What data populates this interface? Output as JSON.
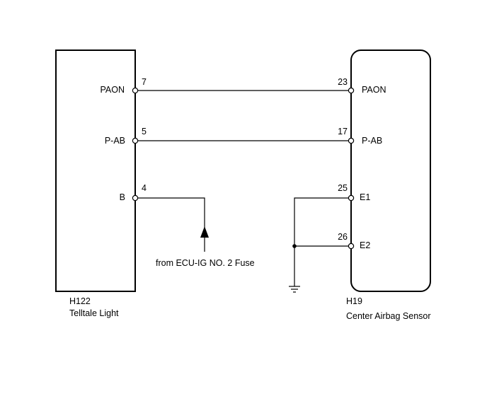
{
  "left_component": {
    "code": "H122",
    "name": "Telltale Light",
    "pins": [
      {
        "signal": "PAON",
        "number": "7"
      },
      {
        "signal": "P-AB",
        "number": "5"
      },
      {
        "signal": "B",
        "number": "4"
      }
    ]
  },
  "right_component": {
    "code": "H19",
    "name": "Center Airbag Sensor",
    "pins": [
      {
        "signal": "PAON",
        "number": "23"
      },
      {
        "signal": "P-AB",
        "number": "17"
      },
      {
        "signal": "E1",
        "number": "25"
      },
      {
        "signal": "E2",
        "number": "26"
      }
    ]
  },
  "power_source": "from ECU-IG NO. 2 Fuse"
}
